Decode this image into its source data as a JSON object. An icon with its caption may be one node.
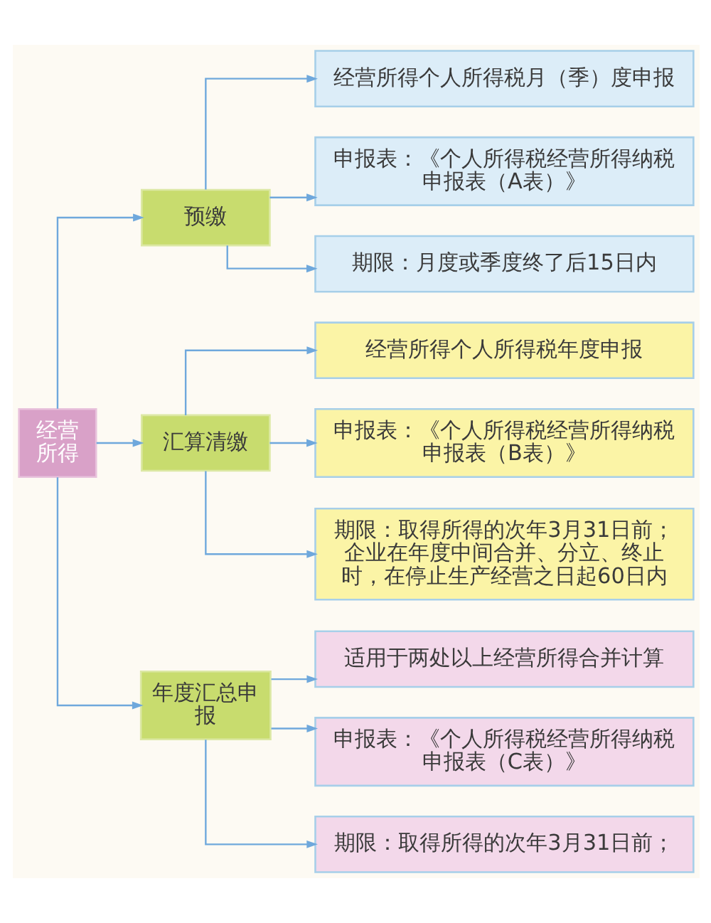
{
  "diagram": {
    "nodes": [
      {
        "text": [
          "经营所得"
        ]
      },
      {
        "text": [
          "预缴"
        ]
      },
      {
        "text": [
          "经营所得个人所得税月（季）度申报"
        ]
      },
      {
        "text": [
          "申报表：《个人所得税经营所得纳税申报表（A表）》"
        ]
      },
      {
        "text": [
          "期限：月度或季度终了后15日内"
        ]
      },
      {
        "text": [
          "汇算清缴"
        ]
      },
      {
        "text": [
          "经营所得个人所得税年度申报"
        ]
      },
      {
        "text": [
          "申报表：《个人所得税经营所得纳税申报表（B表）》"
        ]
      },
      {
        "text": [
          "期限：取得所得的次年3月31日前；企业在年度中间合并、分立、终止时，在停止生产经营之日起60日内"
        ]
      },
      {
        "text": [
          "年度汇总申报"
        ]
      },
      {
        "text": [
          "适用于两处以上经营所得合并计算"
        ]
      },
      {
        "text": [
          "申报表：《个人所得税经营所得纳税申报表（C表）》"
        ]
      },
      {
        "text": [
          "期限：取得所得的次年3月31日前；"
        ]
      }
    ],
    "edges": [
      {
        "from": 0,
        "to": 1,
        "arrow": "to"
      },
      {
        "from": 0,
        "to": 5,
        "arrow": "to"
      },
      {
        "from": 0,
        "to": 9,
        "arrow": "to"
      },
      {
        "from": 1,
        "to": 2,
        "arrow": "to"
      },
      {
        "from": 1,
        "to": 3,
        "arrow": "to"
      },
      {
        "from": 1,
        "to": 4,
        "arrow": "to"
      },
      {
        "from": 5,
        "to": 6,
        "arrow": "to"
      },
      {
        "from": 5,
        "to": 7,
        "arrow": "to"
      },
      {
        "from": 5,
        "to": 8,
        "arrow": "to"
      },
      {
        "from": 9,
        "to": 10,
        "arrow": "to"
      },
      {
        "from": 9,
        "to": 11,
        "arrow": "to"
      },
      {
        "from": 9,
        "to": 12,
        "arrow": "to"
      }
    ]
  }
}
